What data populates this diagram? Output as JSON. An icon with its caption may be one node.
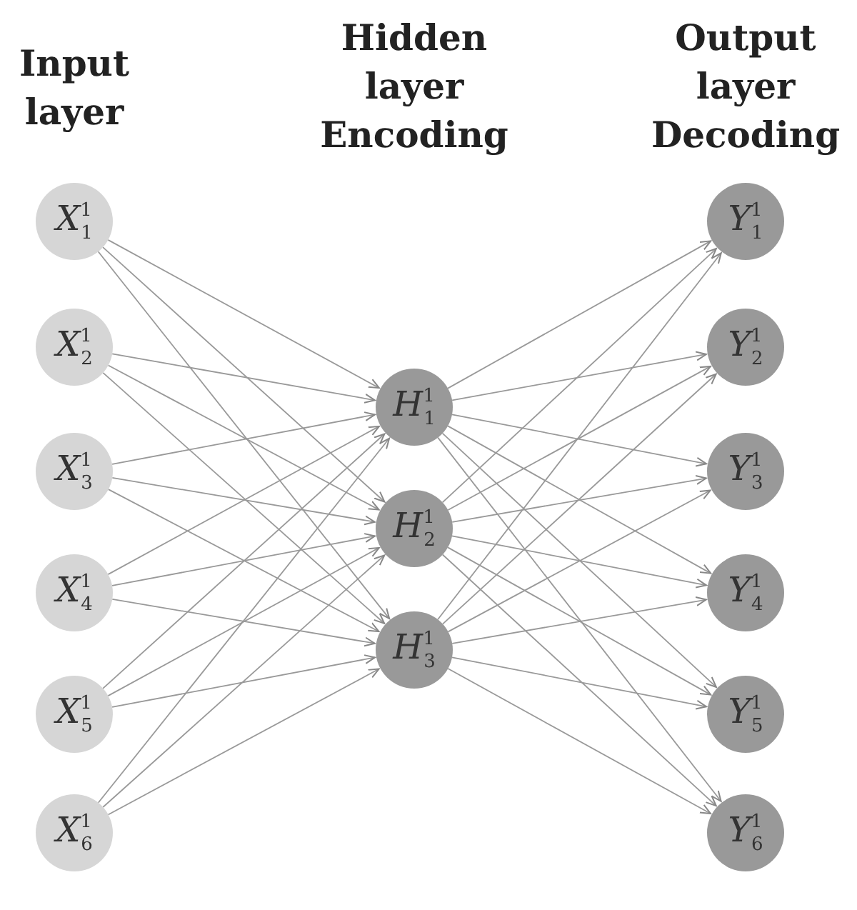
{
  "diagram": {
    "nodes": [
      {
        "text": [
          "*X*$^{1}$$_{1}$"
        ]
      },
      {
        "text": [
          "*X*$^{1}$$_{2}$"
        ]
      },
      {
        "text": [
          "*X*$^{1}$$_{3}$"
        ]
      },
      {
        "text": [
          "*X*$^{1}$$_{4}$"
        ]
      },
      {
        "text": [
          "*X*$^{1}$$_{5}$"
        ]
      },
      {
        "text": [
          "*X*$^{1}$$_{6}$"
        ]
      },
      {
        "text": [
          "*H*$^{1}$$_{1}$"
        ]
      },
      {
        "text": [
          "*H*$^{1}$$_{2}$"
        ]
      },
      {
        "text": [
          "*H*$^{1}$$_{3}$"
        ]
      },
      {
        "text": [
          "*Y*$^{1}$$_{1}$"
        ]
      },
      {
        "text": [
          "*Y*$^{1}$$_{2}$"
        ]
      },
      {
        "text": [
          "*Y*$^{1}$$_{3}$"
        ]
      },
      {
        "text": [
          "*Y*$^{1}$$_{4}$"
        ]
      },
      {
        "text": [
          "*Y*$^{1}$$_{5}$"
        ]
      },
      {
        "text": [
          "*Y*$^{1}$$_{6}$"
        ]
      }
    ],
    "edges": [
      {
        "from": 0,
        "to": 6,
        "arrow": "to"
      },
      {
        "from": 0,
        "to": 7,
        "arrow": "to"
      },
      {
        "from": 0,
        "to": 8,
        "arrow": "to"
      },
      {
        "from": 1,
        "to": 6,
        "arrow": "to"
      },
      {
        "from": 1,
        "to": 7,
        "arrow": "to"
      },
      {
        "from": 1,
        "to": 8,
        "arrow": "to"
      },
      {
        "from": 2,
        "to": 6,
        "arrow": "to"
      },
      {
        "from": 2,
        "to": 7,
        "arrow": "to"
      },
      {
        "from": 2,
        "to": 8,
        "arrow": "to"
      },
      {
        "from": 3,
        "to": 6,
        "arrow": "to"
      },
      {
        "from": 3,
        "to": 7,
        "arrow": "to"
      },
      {
        "from": 3,
        "to": 8,
        "arrow": "to"
      },
      {
        "from": 4,
        "to": 6,
        "arrow": "to"
      },
      {
        "from": 4,
        "to": 7,
        "arrow": "to"
      },
      {
        "from": 4,
        "to": 8,
        "arrow": "to"
      },
      {
        "from": 5,
        "to": 6,
        "arrow": "to"
      },
      {
        "from": 5,
        "to": 7,
        "arrow": "to"
      },
      {
        "from": 5,
        "to": 8,
        "arrow": "to"
      },
      {
        "from": 6,
        "to": 9,
        "arrow": "to"
      },
      {
        "from": 6,
        "to": 10,
        "arrow": "to"
      },
      {
        "from": 6,
        "to": 11,
        "arrow": "to"
      },
      {
        "from": 6,
        "to": 12,
        "arrow": "to"
      },
      {
        "from": 6,
        "to": 13,
        "arrow": "to"
      },
      {
        "from": 6,
        "to": 14,
        "arrow": "to"
      },
      {
        "from": 7,
        "to": 9,
        "arrow": "to"
      },
      {
        "from": 7,
        "to": 10,
        "arrow": "to"
      },
      {
        "from": 7,
        "to": 11,
        "arrow": "to"
      },
      {
        "from": 7,
        "to": 12,
        "arrow": "to"
      },
      {
        "from": 7,
        "to": 13,
        "arrow": "to"
      },
      {
        "from": 7,
        "to": 14,
        "arrow": "to"
      },
      {
        "from": 8,
        "to": 9,
        "arrow": "to"
      },
      {
        "from": 8,
        "to": 10,
        "arrow": "to"
      },
      {
        "from": 8,
        "to": 11,
        "arrow": "to"
      },
      {
        "from": 8,
        "to": 12,
        "arrow": "to"
      },
      {
        "from": 8,
        "to": 13,
        "arrow": "to"
      },
      {
        "from": 8,
        "to": 14,
        "arrow": "to"
      }
    ],
    "labels": [
      "Input layer",
      "Hidden layer Encoding",
      "Output layer Decoding"
    ]
  }
}
